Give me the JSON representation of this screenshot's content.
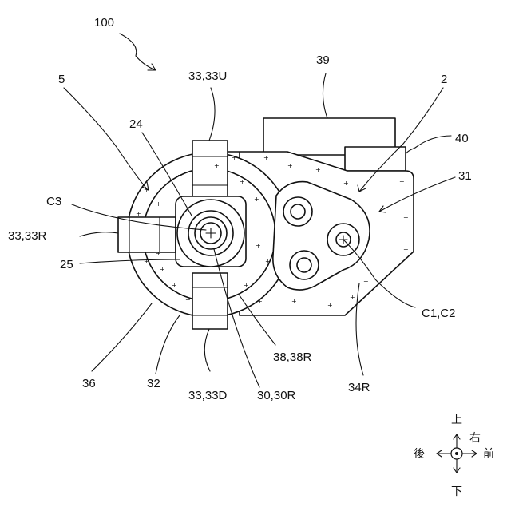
{
  "labels": {
    "l100": "100",
    "l39": "39",
    "l2": "2",
    "l5": "5",
    "l33u": "33,33U",
    "l24": "24",
    "l40": "40",
    "l31": "31",
    "lc3": "C3",
    "l33r": "33,33R",
    "l25": "25",
    "lc1c2": "C1,C2",
    "l38": "38,38R",
    "l36": "36",
    "l32": "32",
    "l33d": "33,33D",
    "l30": "30,30R",
    "l34r": "34R"
  },
  "directions": {
    "up": "上",
    "down": "下",
    "back": "後",
    "front": "前",
    "right": "右"
  }
}
